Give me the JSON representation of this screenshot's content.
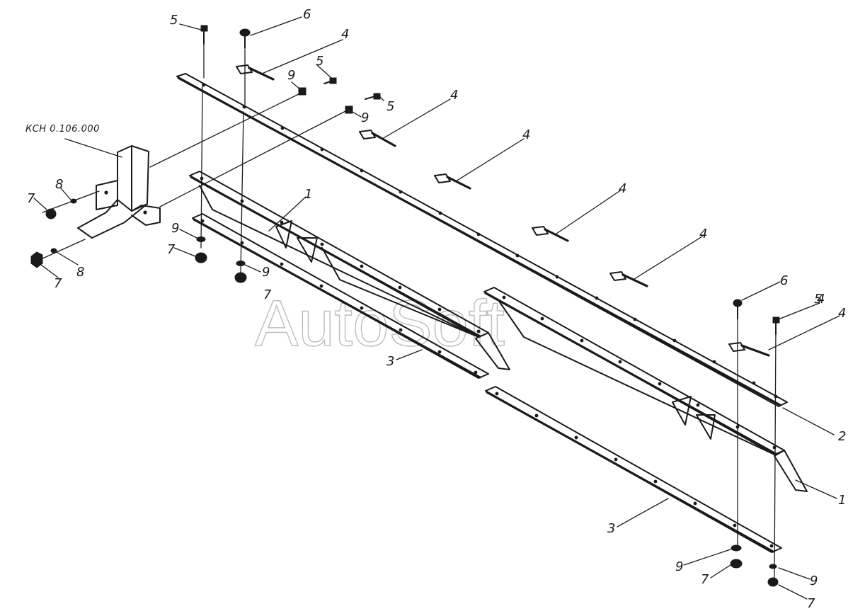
{
  "assembly_ref": "КСН 0.106.000",
  "watermark": "AutoSoft",
  "callouts": [
    {
      "id": "c5a",
      "text": "5"
    },
    {
      "id": "c6a",
      "text": "6"
    },
    {
      "id": "c4a",
      "text": "4"
    },
    {
      "id": "c9a",
      "text": "9"
    },
    {
      "id": "c5b",
      "text": "5"
    },
    {
      "id": "c5c",
      "text": "5"
    },
    {
      "id": "c9b",
      "text": "9"
    },
    {
      "id": "c4b",
      "text": "4"
    },
    {
      "id": "c4c",
      "text": "4"
    },
    {
      "id": "c4d",
      "text": "4"
    },
    {
      "id": "c4e",
      "text": "4"
    },
    {
      "id": "c4f",
      "text": "4"
    },
    {
      "id": "c8a",
      "text": "8"
    },
    {
      "id": "c7a",
      "text": "7"
    },
    {
      "id": "c8b",
      "text": "8"
    },
    {
      "id": "c7b",
      "text": "7"
    },
    {
      "id": "c9c",
      "text": "9"
    },
    {
      "id": "c7c",
      "text": "7"
    },
    {
      "id": "c9d",
      "text": "9"
    },
    {
      "id": "c7d",
      "text": "7"
    },
    {
      "id": "c1a",
      "text": "1"
    },
    {
      "id": "c3a",
      "text": "3"
    },
    {
      "id": "c6b",
      "text": "6"
    },
    {
      "id": "c5d",
      "text": "5"
    },
    {
      "id": "c4g",
      "text": "4"
    },
    {
      "id": "c2",
      "text": "2"
    },
    {
      "id": "c1b",
      "text": "1"
    },
    {
      "id": "c3b",
      "text": "3"
    },
    {
      "id": "c9e",
      "text": "9"
    },
    {
      "id": "c7e",
      "text": "7"
    },
    {
      "id": "c9f",
      "text": "9"
    },
    {
      "id": "c7f",
      "text": "7"
    }
  ]
}
